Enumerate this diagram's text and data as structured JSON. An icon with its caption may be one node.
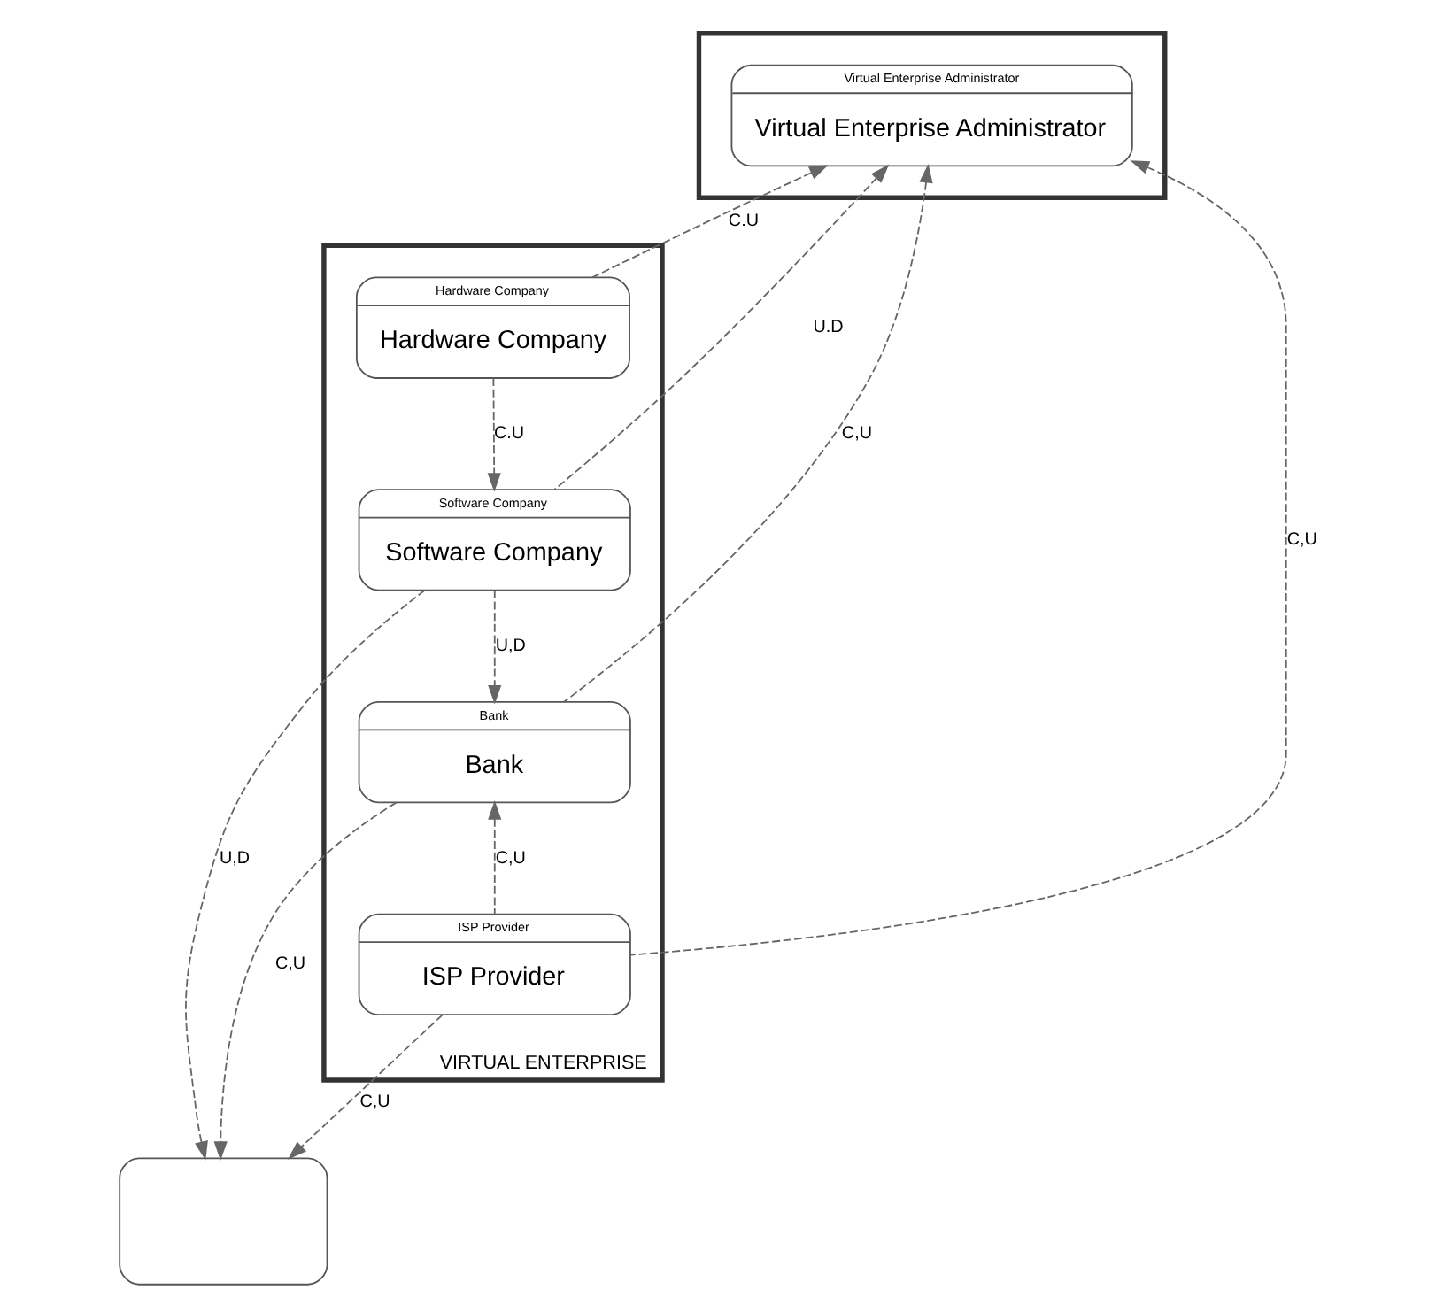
{
  "diagram": {
    "nodes": [
      {
        "text": [],
        "shape": "box"
      },
      {
        "text": [
          "Virtual Enterprise Administrator",
          "Virtual Enterprise Administrator"
        ],
        "in": 0
      },
      {
        "text": [
          "VIRTUAL ENTERPRISE"
        ]
      },
      {
        "text": [
          "Hardware Company",
          "Hardware Company"
        ],
        "in": 2
      },
      {
        "text": [
          "Software Company",
          "Software Company"
        ],
        "in": 2
      },
      {
        "text": [
          "Bank",
          "Bank"
        ],
        "in": 2
      },
      {
        "text": [
          "ISP Provider",
          "ISP Provider"
        ],
        "in": 2
      },
      {
        "text": [],
        "shape": "box"
      }
    ],
    "edges": [
      {
        "from": 3,
        "to": 1,
        "arrow": "to",
        "label": "C.U"
      },
      {
        "from": 5,
        "to": 1,
        "arrow": "to",
        "label": "C,U"
      },
      {
        "from": 6,
        "to": 1,
        "arrow": "to",
        "label": "C,U"
      },
      {
        "from": 4,
        "to": 1,
        "arrow": "to",
        "label": "U.D"
      },
      {
        "from": 3,
        "to": 4,
        "arrow": "to",
        "label": "C.U"
      },
      {
        "from": 4,
        "to": 5,
        "arrow": "to",
        "label": "U,D"
      },
      {
        "from": 6,
        "to": 5,
        "arrow": "to",
        "label": "C,U"
      },
      {
        "from": 5,
        "to": 7,
        "arrow": "to",
        "label": "C,U"
      },
      {
        "from": 4,
        "to": 7,
        "arrow": "to",
        "label": "U,D"
      },
      {
        "from": 6,
        "to": 7,
        "arrow": "to",
        "label": "C,U"
      }
    ]
  }
}
